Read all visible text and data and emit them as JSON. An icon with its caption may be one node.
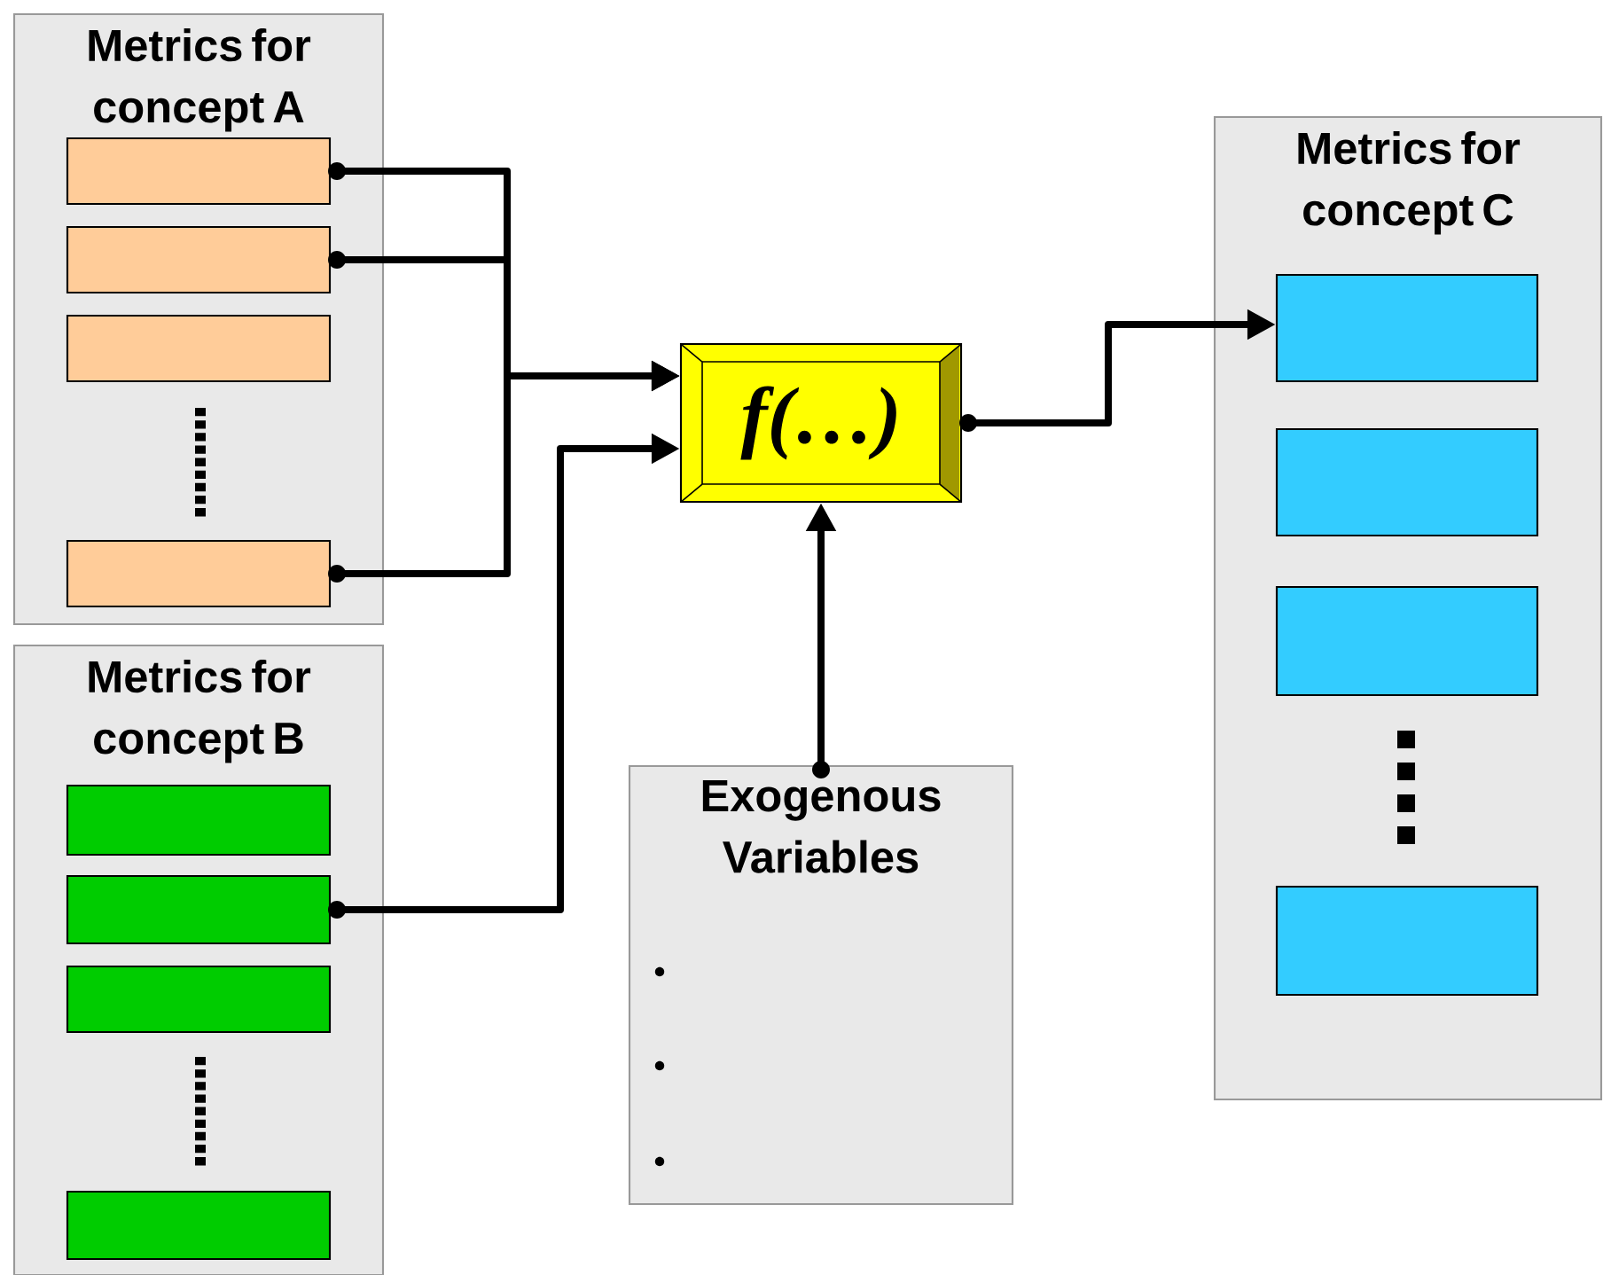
{
  "diagram": {
    "nodes": [
      {
        "text": [
          "Metrics for concept A"
        ]
      },
      {
        "text": [],
        "shape": "box",
        "in": 0
      },
      {
        "text": [],
        "shape": "box",
        "in": 0
      },
      {
        "text": [],
        "shape": "box",
        "in": 0
      },
      {
        "text": [],
        "shape": "box",
        "in": 0
      },
      {
        "text": [
          "Metrics for concept B"
        ]
      },
      {
        "text": [],
        "shape": "box",
        "in": 5
      },
      {
        "text": [],
        "shape": "box",
        "in": 5
      },
      {
        "text": [],
        "shape": "box",
        "in": 5
      },
      {
        "text": [],
        "shape": "box",
        "in": 5
      },
      {
        "text": [
          "f(…)"
        ]
      },
      {
        "text": [
          "Exogenous Variables"
        ]
      },
      {
        "text": [
          "Metrics for concept C"
        ]
      },
      {
        "text": [],
        "shape": "box",
        "in": 12
      },
      {
        "text": [],
        "shape": "box",
        "in": 12
      },
      {
        "text": [],
        "shape": "box",
        "in": 12
      },
      {
        "text": [],
        "shape": "box",
        "in": 12
      }
    ],
    "edges": [
      {
        "from": 1,
        "to": 10,
        "arrow": "to"
      },
      {
        "from": 2,
        "to": 10,
        "arrow": "to"
      },
      {
        "from": 4,
        "to": 10,
        "arrow": "to"
      },
      {
        "from": 7,
        "to": 10,
        "arrow": "to"
      },
      {
        "from": 10,
        "to": 13,
        "arrow": "to"
      },
      {
        "from": 11,
        "to": 10,
        "arrow": "to"
      }
    ]
  }
}
